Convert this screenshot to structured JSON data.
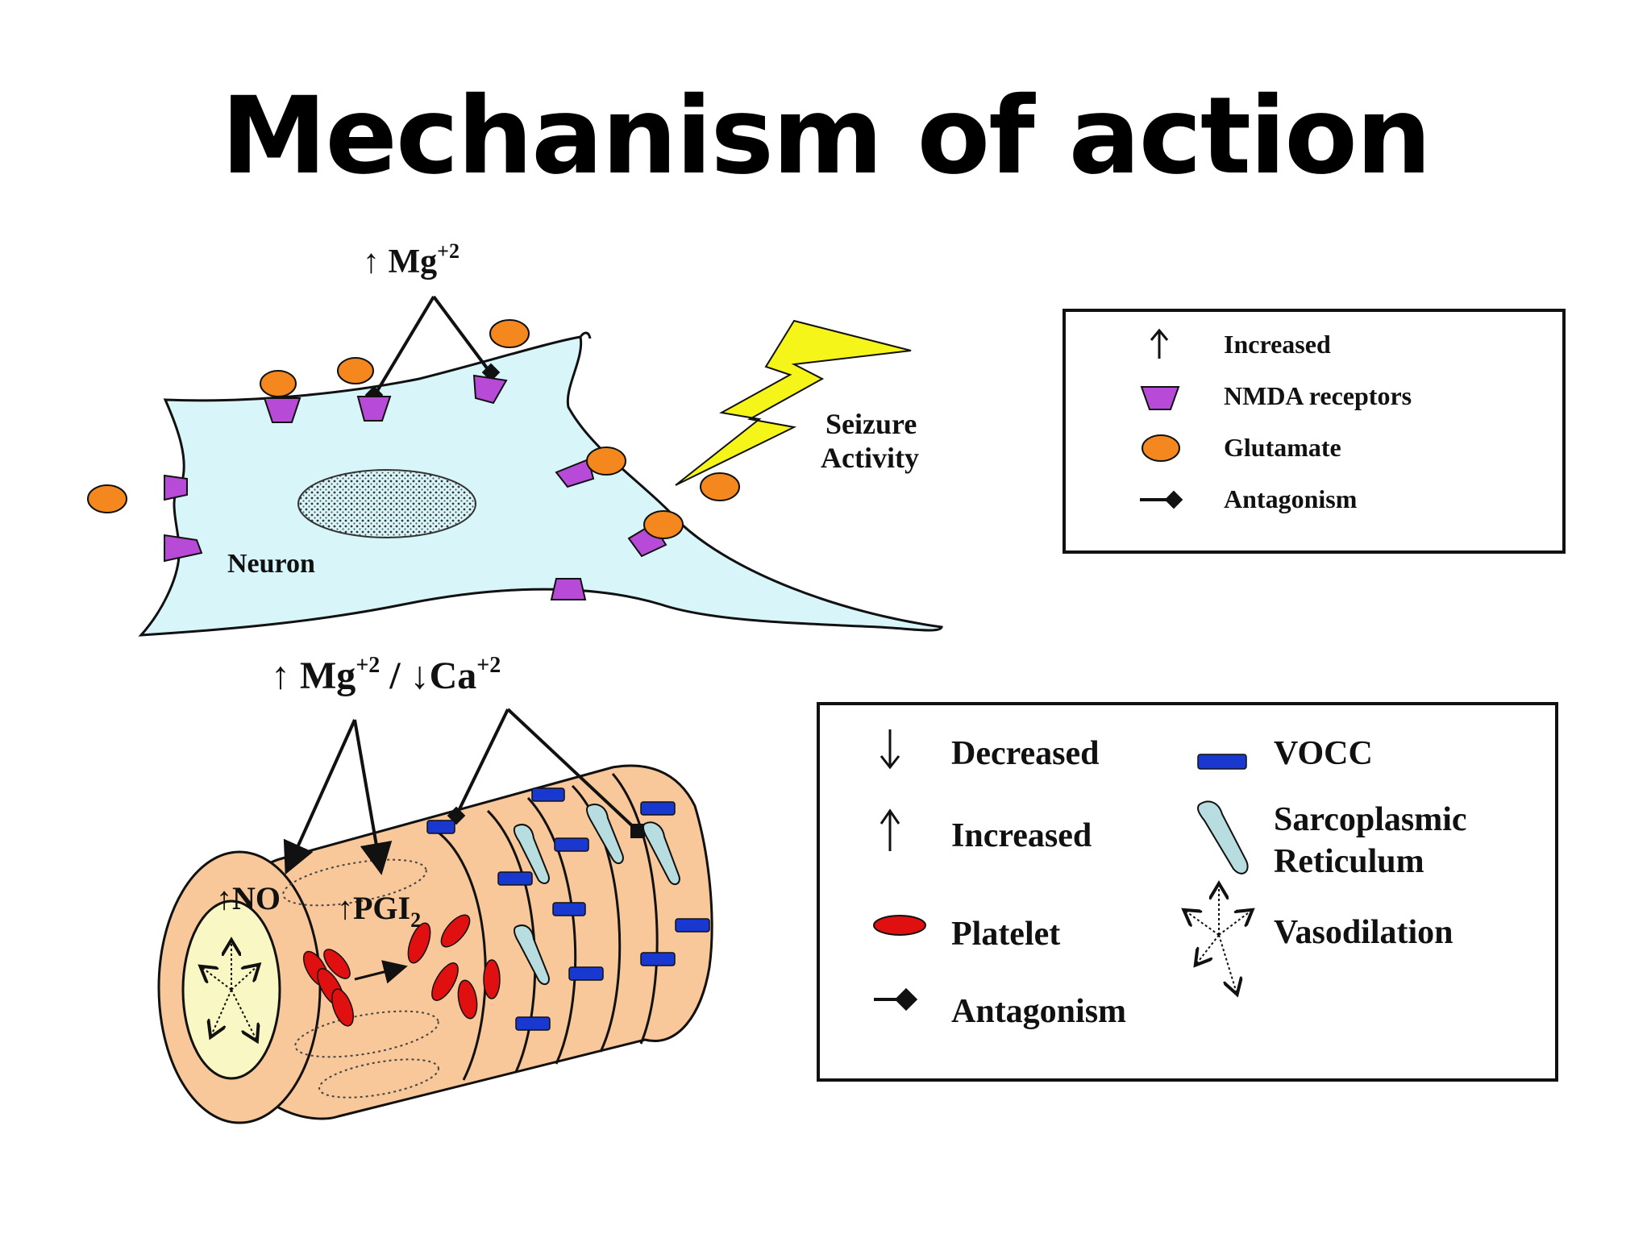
{
  "slide": {
    "title": "Mechanism of action"
  },
  "neuron_panel": {
    "mg_label": "↑ Mg",
    "mg_sup": "+2",
    "cell_label": "Neuron",
    "seizure_line1": "Seizure",
    "seizure_line2": "Activity"
  },
  "legend_top": {
    "items": [
      {
        "symbol": "up-arrow",
        "label": "Increased"
      },
      {
        "symbol": "nmda-receptor",
        "label": "NMDA receptors"
      },
      {
        "symbol": "glutamate",
        "label": "Glutamate"
      },
      {
        "symbol": "antagonism",
        "label": "Antagonism"
      }
    ]
  },
  "vessel_panel": {
    "ion_mg": "↑ Mg",
    "ion_mg_sup": "+2",
    "ion_sep": " / ",
    "ion_ca": "↓Ca",
    "ion_ca_sup": "+2",
    "no_label": "↑NO",
    "pgi_label": "↑PGI",
    "pgi_sub": "2"
  },
  "legend_bottom": {
    "left_items": [
      {
        "symbol": "down-arrow",
        "label": "Decreased"
      },
      {
        "symbol": "up-arrow",
        "label": "Increased"
      },
      {
        "symbol": "platelet",
        "label": "Platelet"
      },
      {
        "symbol": "antagonism",
        "label": "Antagonism"
      }
    ],
    "right_items": [
      {
        "symbol": "vocc",
        "label": "VOCC"
      },
      {
        "symbol": "sarcoplasmic-reticulum",
        "label_line1": "Sarcoplasmic",
        "label_line2": "Reticulum"
      },
      {
        "symbol": "vasodilation",
        "label": "Vasodilation"
      }
    ]
  },
  "colors": {
    "cell_fill": "#d8f6fa",
    "receptor": "#b84ad8",
    "glutamate": "#f4881e",
    "bolt": "#f5f51a",
    "vessel": "#f8c89a",
    "lumen": "#f9f7c4",
    "platelet": "#e01010",
    "vocc": "#1838d0",
    "sr": "#b8dde0"
  }
}
